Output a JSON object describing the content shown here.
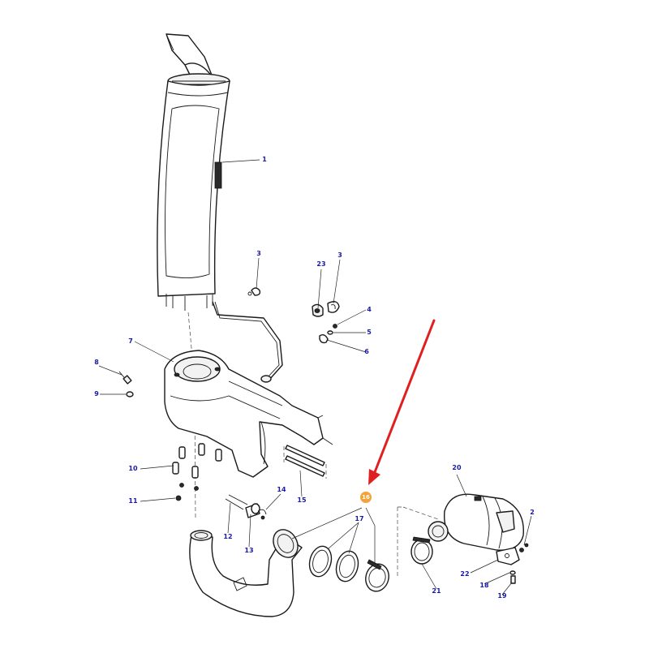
{
  "diagram": {
    "accent_color": "#e02020",
    "highlight_color": "#f2a33a",
    "callout_color": "#1a1aa6",
    "highlighted_part": "16",
    "callouts": [
      {
        "id": "c1",
        "label": "1"
      },
      {
        "id": "c3a",
        "label": "3"
      },
      {
        "id": "c23",
        "label": "23"
      },
      {
        "id": "c3b",
        "label": "3"
      },
      {
        "id": "c4",
        "label": "4"
      },
      {
        "id": "c5",
        "label": "5"
      },
      {
        "id": "c6",
        "label": "6"
      },
      {
        "id": "c7",
        "label": "7"
      },
      {
        "id": "c8",
        "label": "8"
      },
      {
        "id": "c9",
        "label": "9"
      },
      {
        "id": "c10",
        "label": "10"
      },
      {
        "id": "c11",
        "label": "11"
      },
      {
        "id": "c12",
        "label": "12"
      },
      {
        "id": "c13",
        "label": "13"
      },
      {
        "id": "c14",
        "label": "14"
      },
      {
        "id": "c15",
        "label": "15"
      },
      {
        "id": "c16",
        "label": "16"
      },
      {
        "id": "c17",
        "label": "17"
      },
      {
        "id": "c20",
        "label": "20"
      },
      {
        "id": "c2",
        "label": "2"
      },
      {
        "id": "c22",
        "label": "22"
      },
      {
        "id": "c18",
        "label": "18"
      },
      {
        "id": "c19",
        "label": "19"
      },
      {
        "id": "c21",
        "label": "21"
      }
    ]
  }
}
